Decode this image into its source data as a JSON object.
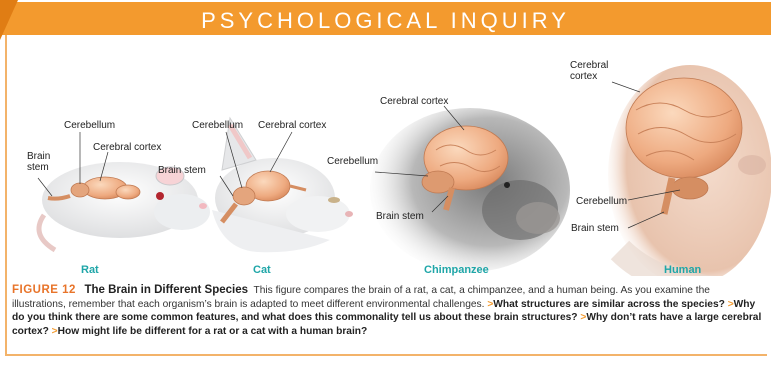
{
  "banner": {
    "title": "PSYCHOLOGICAL INQUIRY"
  },
  "labels": {
    "rat_cerebellum": "Cerebellum",
    "rat_brain_stem_1": "Brain",
    "rat_brain_stem_2": "stem",
    "rat_cortex": "Cerebral cortex",
    "cat_cerebellum": "Cerebellum",
    "cat_cortex": "Cerebral cortex",
    "cat_brain_stem": "Brain stem",
    "chimp_cortex": "Cerebral cortex",
    "chimp_cerebellum": "Cerebellum",
    "chimp_brain_stem": "Brain stem",
    "human_cortex_1": "Cerebral",
    "human_cortex_2": "cortex",
    "human_cerebellum": "Cerebellum",
    "human_brain_stem": "Brain stem"
  },
  "species": {
    "rat": "Rat",
    "cat": "Cat",
    "chimp": "Chimpanzee",
    "human": "Human"
  },
  "caption": {
    "figure_number": "FIGURE 12",
    "figure_title": "The Brain in Different Species",
    "intro": "This figure compares the brain of a rat, a cat, a chimpanzee, and a human being. As you examine the illustrations, remember that each organism’s brain is adapted to meet different environmental challenges.",
    "marker": ">",
    "q1": "What structures are similar across the species?",
    "q2": "Why do you think there are some common features, and what does this commonality tell us about these brain structures?",
    "q3": "Why don’t rats have a large cerebral cortex?",
    "q4": "How might life be different for a rat or a cat with a human brain?"
  },
  "colors": {
    "banner": "#f39a2e",
    "species_label": "#1fa6a8",
    "figure_number": "#e8742a"
  }
}
